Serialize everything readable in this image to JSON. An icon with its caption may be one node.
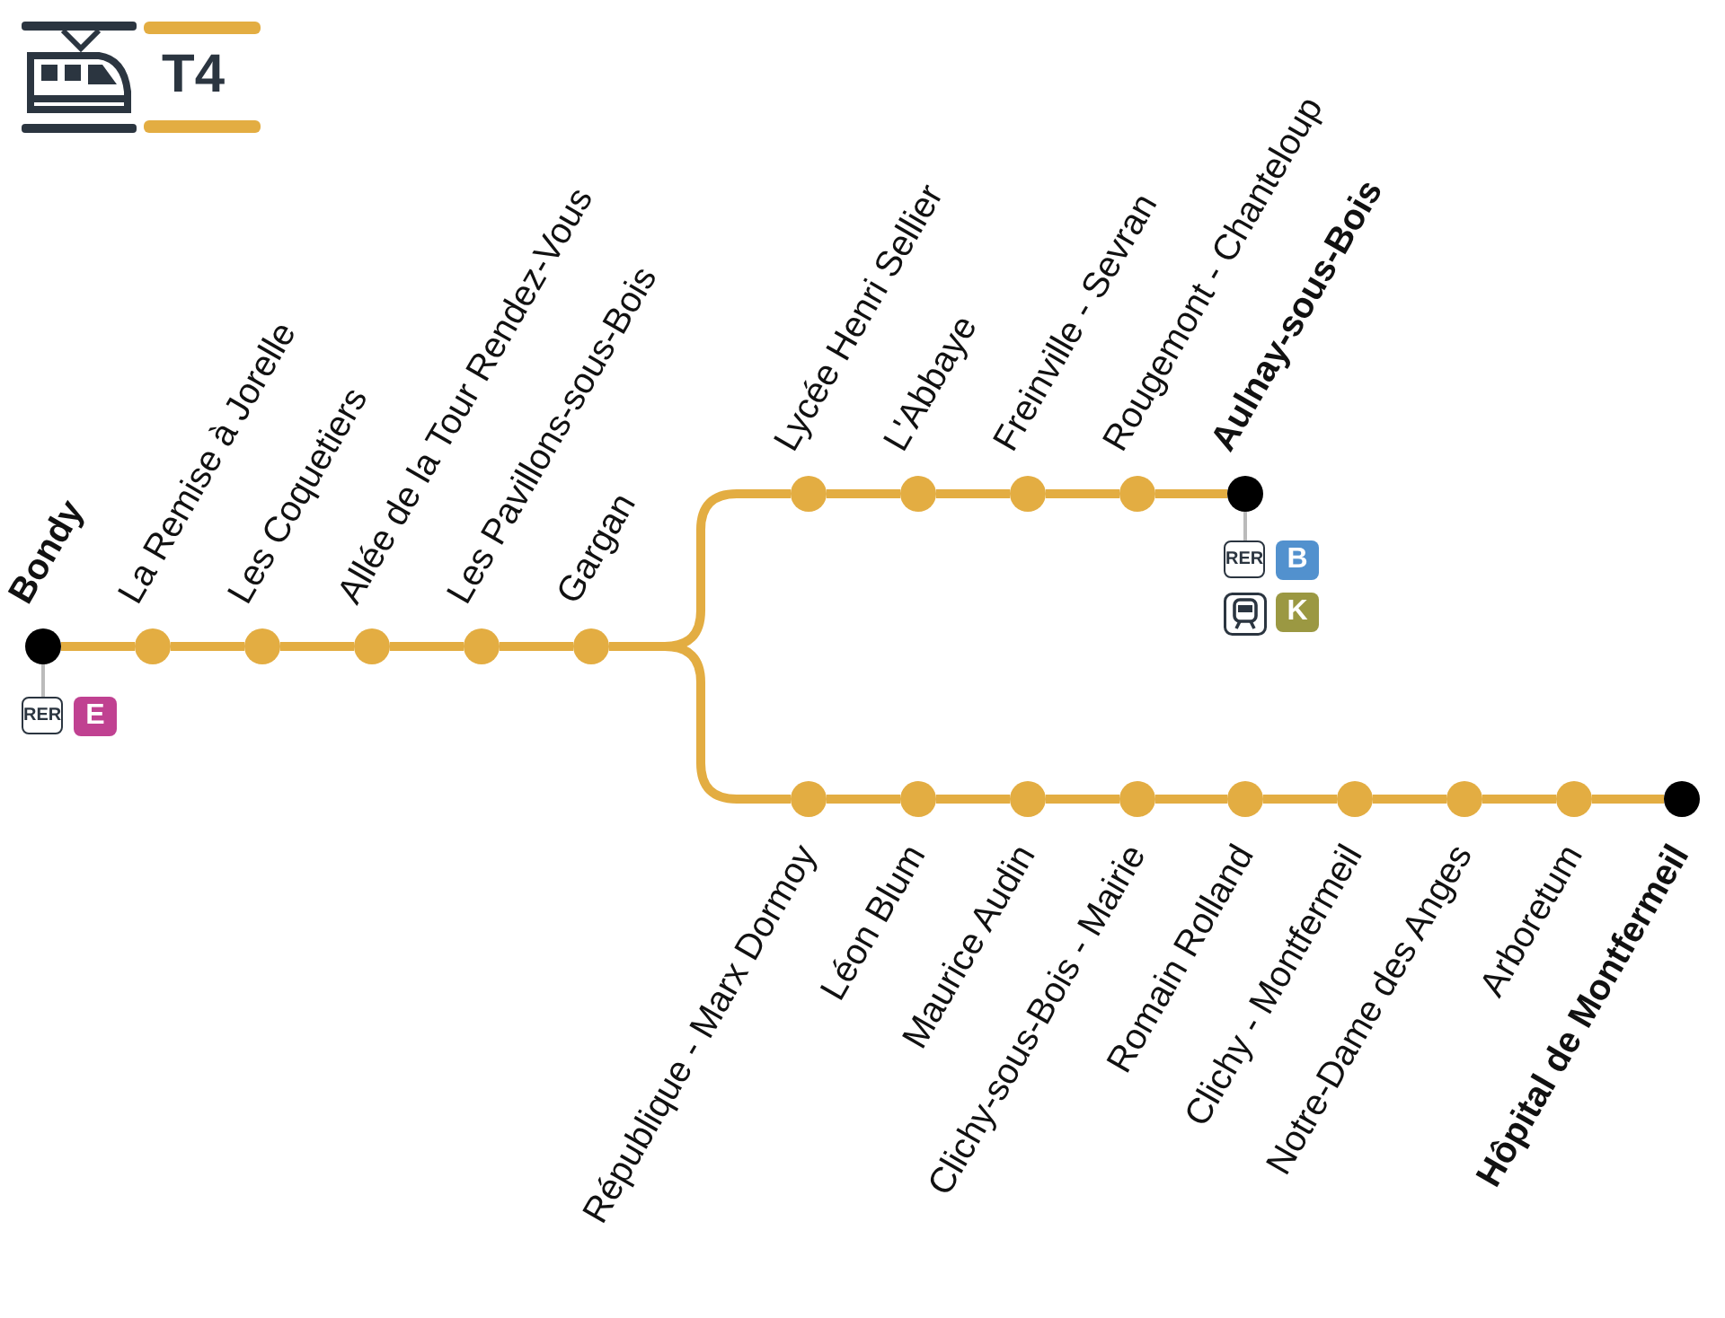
{
  "diagram": {
    "title": "T4",
    "nodes": [
      {
        "text": [
          "Bondy"
        ],
        "beside": [
          "RER",
          "E"
        ]
      },
      {
        "text": [
          "La Remise à Jorelle"
        ]
      },
      {
        "text": [
          "Les Coquetiers"
        ]
      },
      {
        "text": [
          "Allée de la Tour Rendez-Vous"
        ]
      },
      {
        "text": [
          "Les Pavillons-sous-Bois"
        ]
      },
      {
        "text": [
          "Gargan"
        ]
      },
      {
        "text": [
          "Lycée Henri Sellier"
        ]
      },
      {
        "text": [
          "L'Abbaye"
        ]
      },
      {
        "text": [
          "Freinville - Sevran"
        ]
      },
      {
        "text": [
          "Rougemont - Chanteloup"
        ]
      },
      {
        "text": [
          "Aulnay-sous-Bois"
        ],
        "beside": [
          "RER",
          "B",
          "K"
        ]
      },
      {
        "text": [
          "République - Marx Dormoy"
        ]
      },
      {
        "text": [
          "Léon Blum"
        ]
      },
      {
        "text": [
          "Maurice Audin"
        ]
      },
      {
        "text": [
          "Clichy-sous-Bois - Mairie"
        ]
      },
      {
        "text": [
          "Romain Rolland"
        ]
      },
      {
        "text": [
          "Clichy - Montfermeil"
        ]
      },
      {
        "text": [
          "Notre-Dame des Anges"
        ]
      },
      {
        "text": [
          "Arboretum"
        ]
      },
      {
        "text": [
          "Hôpital de Montfermeil"
        ]
      }
    ],
    "edges": [
      {
        "from": 0,
        "to": 1,
        "arrow": "none"
      },
      {
        "from": 1,
        "to": 2,
        "arrow": "none"
      },
      {
        "from": 2,
        "to": 3,
        "arrow": "none"
      },
      {
        "from": 3,
        "to": 4,
        "arrow": "none"
      },
      {
        "from": 4,
        "to": 5,
        "arrow": "none"
      },
      {
        "from": 5,
        "to": 6,
        "arrow": "none"
      },
      {
        "from": 6,
        "to": 7,
        "arrow": "none"
      },
      {
        "from": 7,
        "to": 8,
        "arrow": "none"
      },
      {
        "from": 8,
        "to": 9,
        "arrow": "none"
      },
      {
        "from": 9,
        "to": 10,
        "arrow": "none"
      },
      {
        "from": 5,
        "to": 11,
        "arrow": "none"
      },
      {
        "from": 11,
        "to": 12,
        "arrow": "none"
      },
      {
        "from": 12,
        "to": 13,
        "arrow": "none"
      },
      {
        "from": 13,
        "to": 14,
        "arrow": "none"
      },
      {
        "from": 14,
        "to": 15,
        "arrow": "none"
      },
      {
        "from": 15,
        "to": 16,
        "arrow": "none"
      },
      {
        "from": 16,
        "to": 17,
        "arrow": "none"
      },
      {
        "from": 17,
        "to": 18,
        "arrow": "none"
      },
      {
        "from": 18,
        "to": 19,
        "arrow": "none"
      },
      {
        "from": 0,
        "to": null,
        "arrow": "none",
        "color": "#bbbbbb"
      },
      {
        "from": 10,
        "to": null,
        "arrow": "none",
        "color": "#bbbbbb"
      }
    ]
  }
}
